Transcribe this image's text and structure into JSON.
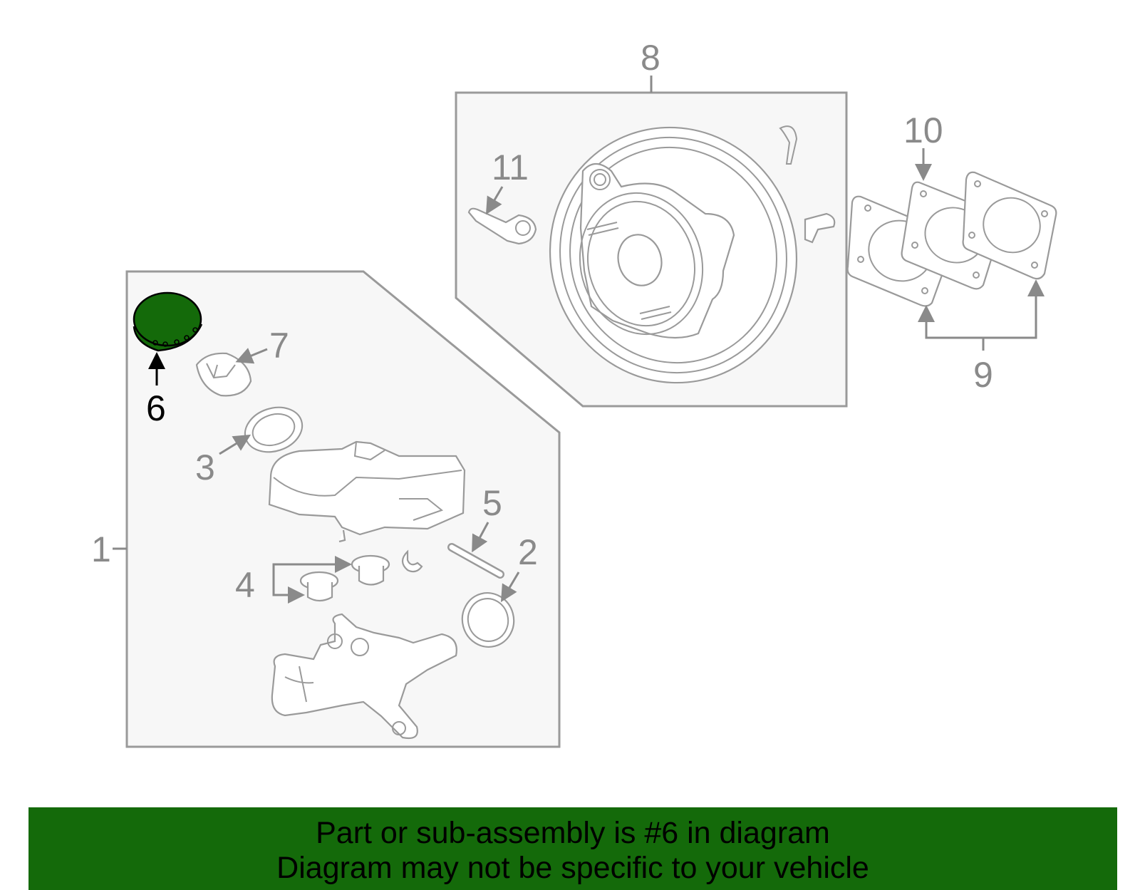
{
  "callouts": {
    "c1": "1",
    "c2": "2",
    "c3": "3",
    "c4": "4",
    "c5": "5",
    "c6": "6",
    "c7": "7",
    "c8": "8",
    "c9": "9",
    "c10": "10",
    "c11": "11"
  },
  "highlight": {
    "part": "6",
    "color": "#146a0a"
  },
  "banner": {
    "line1": "Part or sub-assembly is #6 in diagram",
    "line2": "Diagram may not be specific to your vehicle",
    "background": "#146a0a"
  }
}
